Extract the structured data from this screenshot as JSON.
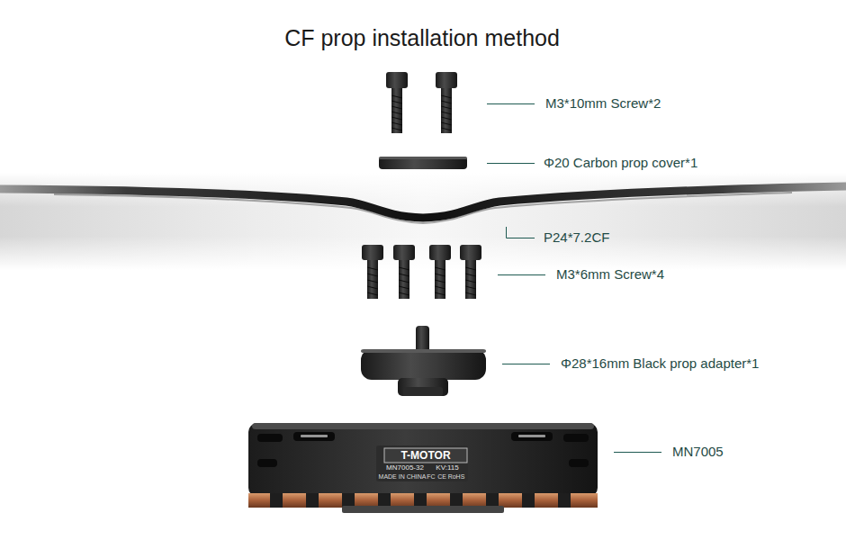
{
  "diagram": {
    "title": "CF prop installation method",
    "labels": [
      "M3*10mm Screw*2",
      "Φ20 Carbon prop cover*1",
      "P24*7.2CF",
      "M3*6mm Screw*4",
      "Φ28*16mm Black prop adapter*1",
      "MN7005",
      "T-MOTOR",
      "MN7005-32",
      "KV:115",
      "MADE IN CHINA",
      "FC",
      "CE",
      "RoHS"
    ]
  }
}
